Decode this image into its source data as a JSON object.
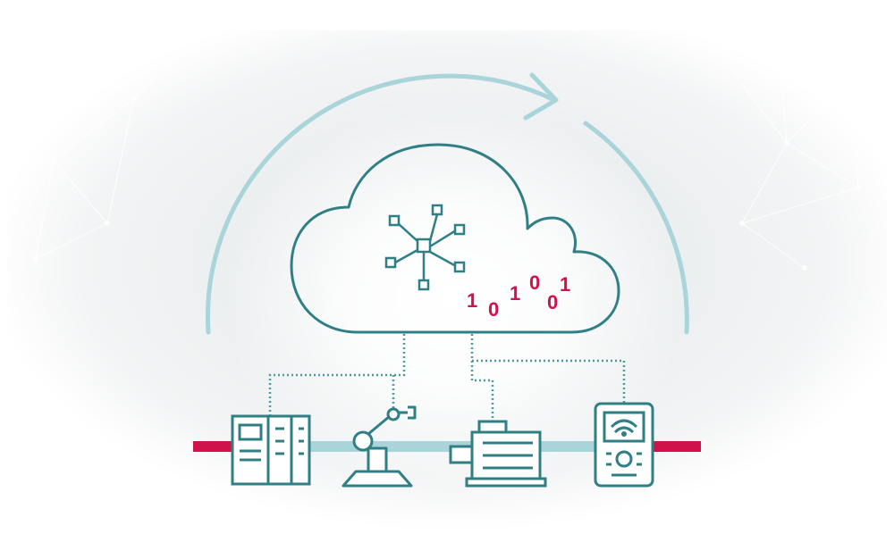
{
  "diagram": {
    "binary_digits": [
      "1",
      "0",
      "1",
      "0",
      "0",
      "1"
    ],
    "devices": [
      {
        "icon": "plc-controller-icon"
      },
      {
        "icon": "robot-arm-icon"
      },
      {
        "icon": "electric-motor-icon"
      },
      {
        "icon": "wireless-device-icon"
      }
    ],
    "colors": {
      "teal": "#2f7f85",
      "light_teal": "#a9d4da",
      "magenta": "#d0114a",
      "gray": "#eceff0"
    }
  }
}
